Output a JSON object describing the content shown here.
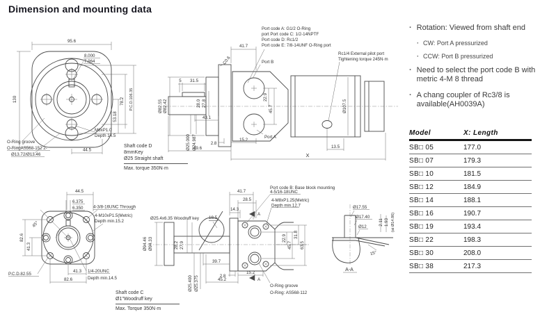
{
  "title": "Dimension and mounting data",
  "notes": {
    "marker": "·",
    "b1": "Rotation: Viewed from shaft end",
    "s1": "CW: Port A pressurized",
    "s2": "CCW: Port B pressurized",
    "b2": "Need to select the port code B with metric 4-M 8 thread",
    "b3": "A chang coupler of Rc3/8 is available(AH0039A)"
  },
  "table": {
    "h_model": "Model",
    "h_length": "X: Length",
    "rows": [
      {
        "m": "SB□ 05",
        "x": "177.0"
      },
      {
        "m": "SB□ 07",
        "x": "179.3"
      },
      {
        "m": "SB□ 10",
        "x": "181.5"
      },
      {
        "m": "SB□ 12",
        "x": "184.9"
      },
      {
        "m": "SB□ 14",
        "x": "188.1"
      },
      {
        "m": "SB□ 16",
        "x": "190.7"
      },
      {
        "m": "SB□ 19",
        "x": "193.4"
      },
      {
        "m": "SB□ 22",
        "x": "198.3"
      },
      {
        "m": "SB□ 30",
        "x": "208.0"
      },
      {
        "m": "SB□ 38",
        "x": "217.3"
      }
    ]
  },
  "d1": {
    "w": "95.6",
    "h": "130",
    "k1": "8.000",
    "k2": "7.964",
    "r78": "78.2",
    "r53": "53.18",
    "pcd": "P.C.D.106.35",
    "b445": "44.5",
    "m6": "M6xP1.0",
    "m6d": "Depth 14.5",
    "or1": "O-Ring groove",
    "or2": "O-RingAS568-152 2-",
    "or3": "Ø13.72/Ø13.46"
  },
  "t1": {
    "l1": "Shaft code D",
    "l2": "8mmKey",
    "l3": "Ø25 Straight shaft",
    "l4": "Max. torque 350N·m"
  },
  "d2": {
    "pc1": "Port code A: G1/2 O-Ring",
    "pc2": "port Port code C: 1/2-14NPTF",
    "pc3": "Port code D: Rc1/2",
    "pc4": "Port code E: 7/8-14UNF O-Ring port",
    "pb": "Port B",
    "pa": "Port A",
    "pilot1": "Rc1/4 External pilot port",
    "pilot2": "Tightening torque 245N·m",
    "d417": "41.7",
    "c06": "C0.6",
    "d5": "5",
    "d315": "31.5",
    "d280": "28.0",
    "d278": "27.8",
    "d431": "43.1",
    "dia821": "Ø82.55",
    "dia822": "Ø82.42",
    "sh1": "Ø25.000",
    "sh2": "Ø24.987",
    "d28": "2.8",
    "d152": "15.2",
    "d496": "49.6",
    "x": "X",
    "d135": "13.5",
    "dia107": "Ø107.5",
    "d229": "22.9",
    "d457": "45.7"
  },
  "d3": {
    "t445": "44.5",
    "k1": "6.375",
    "k2": "6.350",
    "l826": "82.6",
    "l413": "41.3",
    "ang": "45°",
    "pcd": "P.C.D.82.55",
    "b413": "41.3",
    "b826": "82.6",
    "n1": "4-3/8-16UNC Through",
    "n2": "4-M10xP1.5(Metric)",
    "n3": "Depth min.15.2",
    "n4": "1/4-20UNC",
    "n5": "Depth min.14.5"
  },
  "t3": {
    "l1": "Shaft code C",
    "l2": "Ø1\"Woodruff key",
    "l3": "Max. Torque 350N·m"
  },
  "d4": {
    "wk": "Ø25.4x6.35 Woodruff key",
    "d185": "18.5",
    "d417": "41.7",
    "d285": "28.5",
    "d143": "14.3",
    "k282": "28.2",
    "k279": "27.9",
    "dia941": "Ø94.46",
    "dia942": "Ø94.33",
    "sh1": "Ø25.400",
    "sh2": "Ø25.375",
    "d397": "39.7",
    "d28": "2.8",
    "d452": "45.2",
    "d152": "15.2",
    "d229": "22.9",
    "d457": "45.7",
    "d318": "31.8",
    "d635": "63.5",
    "pb1": "Port code B: Base block mounting",
    "pb2": "4-5/16-18UNC",
    "pb3": "4-M8xP1.25(Metric)",
    "pb4": "Depth min.12.7",
    "or1": "O-Ring groove",
    "or2": "O-Ring: AS568-112",
    "a": "A"
  },
  "d5": {
    "c1": "Ø17.55",
    "c2": "Ø17.40",
    "c3": "Ø12",
    "v1": "2.11",
    "v2": "1.93",
    "v3": "(at Ø14.86)",
    "ang": "15°",
    "lab": "A-A"
  }
}
